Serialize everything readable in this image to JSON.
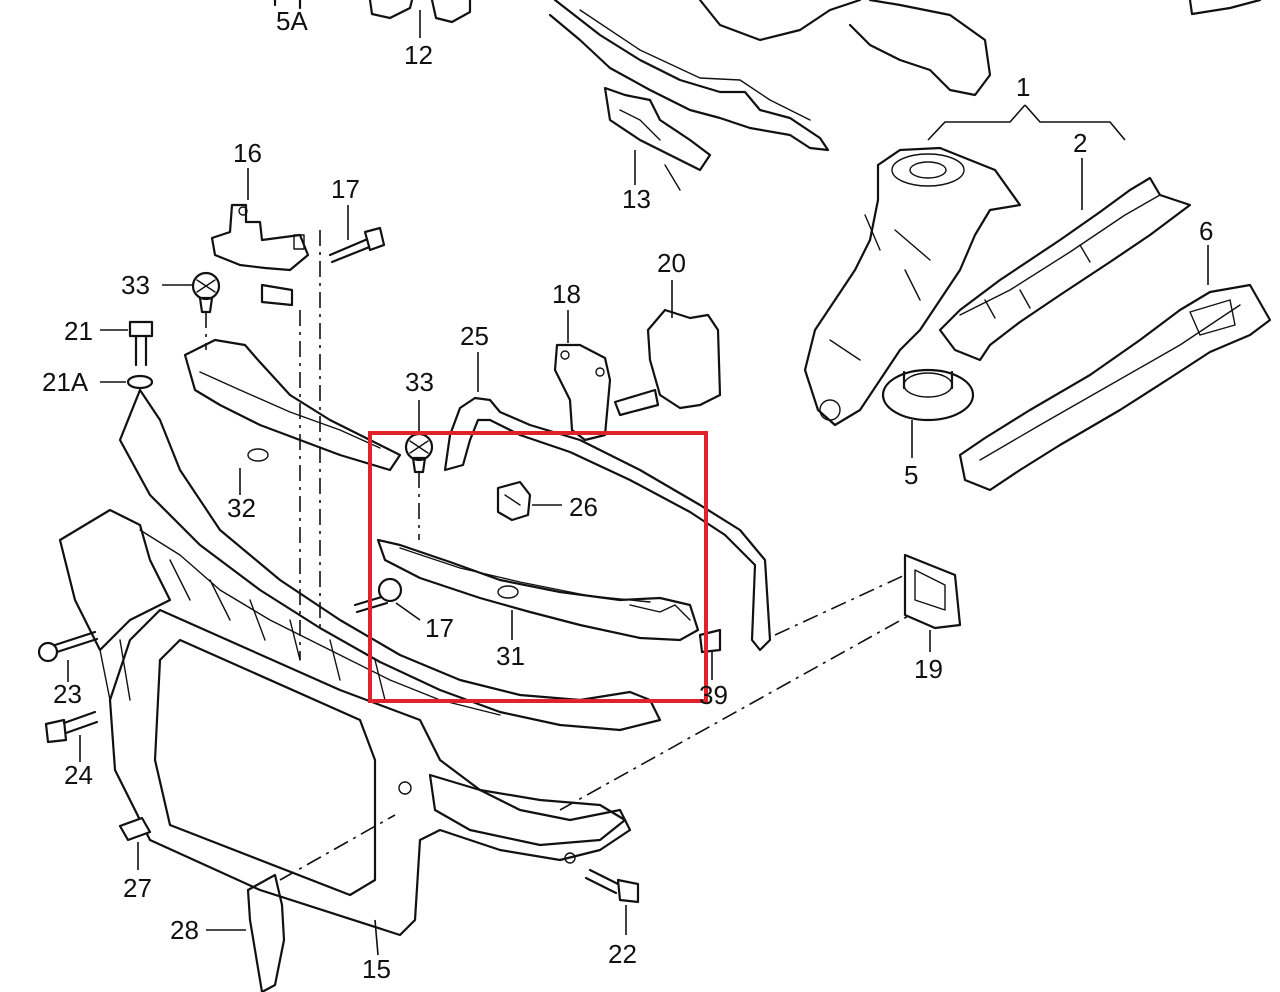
{
  "labels": {
    "l1": "1",
    "l2": "2",
    "l5": "5",
    "l5a": "5A",
    "l6": "6",
    "l12": "12",
    "l13": "13",
    "l15": "15",
    "l16": "16",
    "l17a": "17",
    "l17b": "17",
    "l18": "18",
    "l19": "19",
    "l20": "20",
    "l21": "21",
    "l21a": "21A",
    "l22": "22",
    "l23": "23",
    "l24": "24",
    "l25": "25",
    "l26": "26",
    "l27": "27",
    "l28": "28",
    "l31": "31",
    "l32": "32",
    "l33a": "33",
    "l33b": "33",
    "l39": "39"
  },
  "highlight": {
    "color": "#e0222b"
  }
}
